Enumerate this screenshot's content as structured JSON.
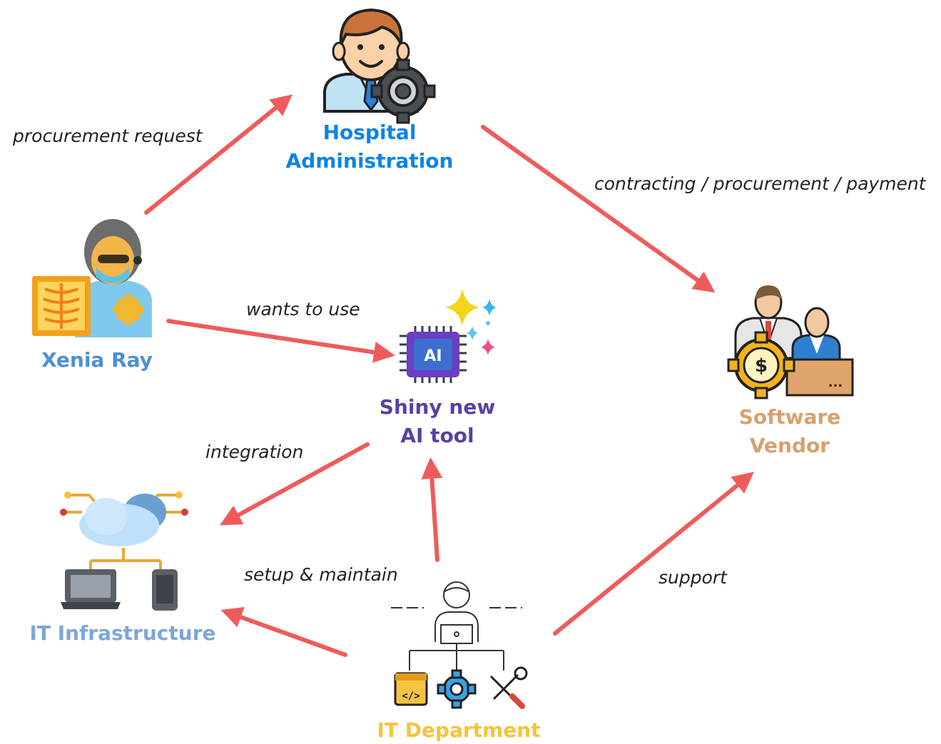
{
  "nodes": {
    "admin": {
      "label": [
        "Hospital",
        "Administration"
      ],
      "color": "#0a84e8",
      "icon": "administrator-gear-icon"
    },
    "xenia": {
      "label": [
        "Xenia Ray"
      ],
      "color": "#4d8fd6",
      "icon": "radiologist-xray-icon"
    },
    "ai": {
      "label": [
        "Shiny new",
        "AI tool"
      ],
      "color": "#5b3fa6",
      "icon": "ai-chip-sparkle-icon"
    },
    "vendor": {
      "label": [
        "Software",
        "Vendor"
      ],
      "color": "#d7a06e",
      "icon": "business-dollar-gear-icon"
    },
    "infra": {
      "label": [
        "IT Infrastructure"
      ],
      "color": "#7ea6d8",
      "icon": "cloud-network-devices-icon"
    },
    "itdept": {
      "label": [
        "IT Department"
      ],
      "color": "#f5c43c",
      "icon": "it-technician-tools-icon"
    }
  },
  "edges": [
    {
      "from": "xenia",
      "to": "admin",
      "label": "procurement request"
    },
    {
      "from": "admin",
      "to": "vendor",
      "label": "contracting / procurement / payment"
    },
    {
      "from": "xenia",
      "to": "ai",
      "label": "wants to use"
    },
    {
      "from": "ai",
      "to": "infra",
      "label": "integration"
    },
    {
      "from": "itdept",
      "to": "ai",
      "label": ""
    },
    {
      "from": "itdept",
      "to": "infra",
      "label": "setup & maintain"
    },
    {
      "from": "itdept",
      "to": "vendor",
      "label": "support"
    }
  ],
  "arrow_color": "#ef5b5b"
}
